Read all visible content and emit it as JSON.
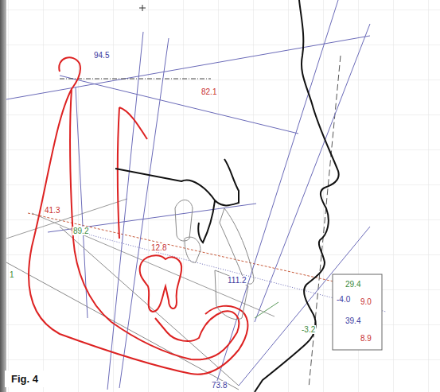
{
  "diagram": {
    "labels": [
      "94.5",
      "82.1",
      "41.3",
      "89.2",
      "12.8",
      "111.2",
      "-4.0",
      "-3.2",
      "73.8",
      "1",
      "29.4",
      "9.0",
      "39.4",
      "8.9",
      "Fig. 4"
    ]
  }
}
